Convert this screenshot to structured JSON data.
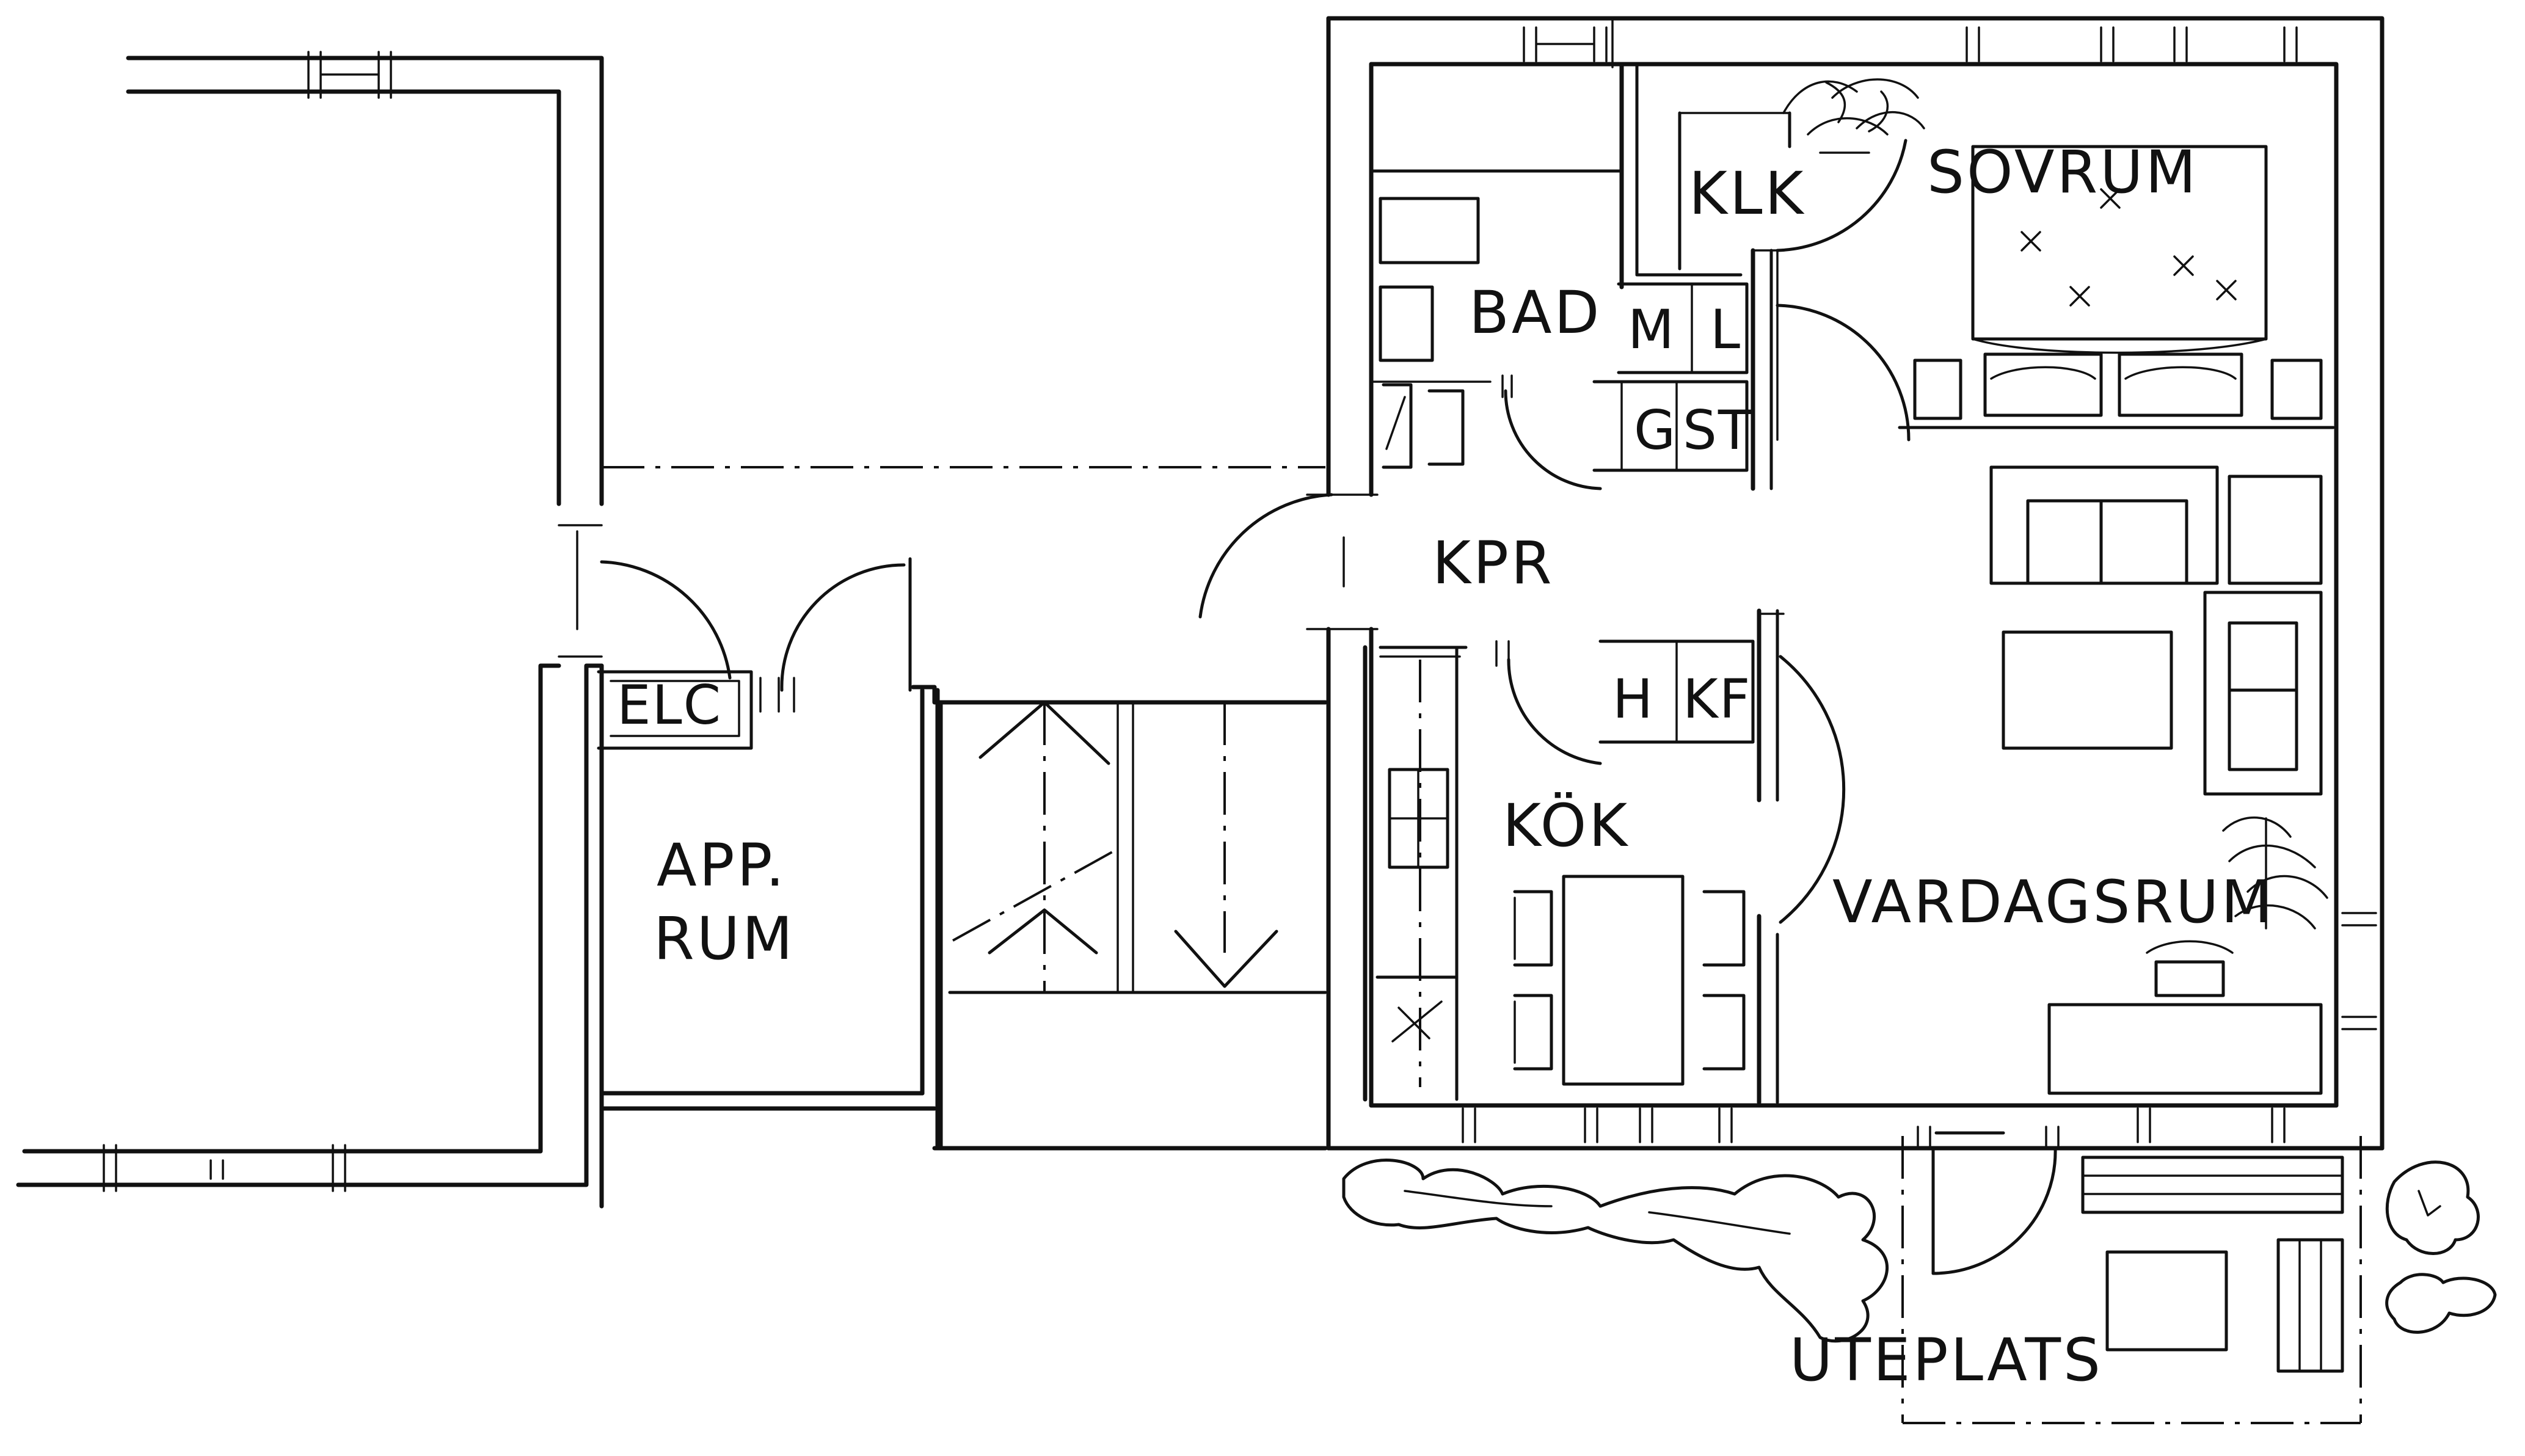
{
  "rooms": {
    "sovrum": "SOVRUM",
    "klk": "KLK",
    "bad": "BAD",
    "m": "M",
    "l": "L",
    "g": "G",
    "st": "ST",
    "kpr": "KPR",
    "h": "H",
    "kf": "KF",
    "kok": "KÖK",
    "vardagsrum": "VARDAGSRUM",
    "elc": "ELC",
    "app_line1": "APP.",
    "app_line2": "RUM",
    "uteplats": "UTEPLATS"
  },
  "icons": [
    "plant-icon",
    "door-swing-icon",
    "window-icon",
    "stair-arrow-icon",
    "bed-icon",
    "sofa-icon",
    "table-icon",
    "chair-icon",
    "shrub-icon"
  ],
  "colors": {
    "ink": "#111111",
    "paper": "#ffffff"
  }
}
